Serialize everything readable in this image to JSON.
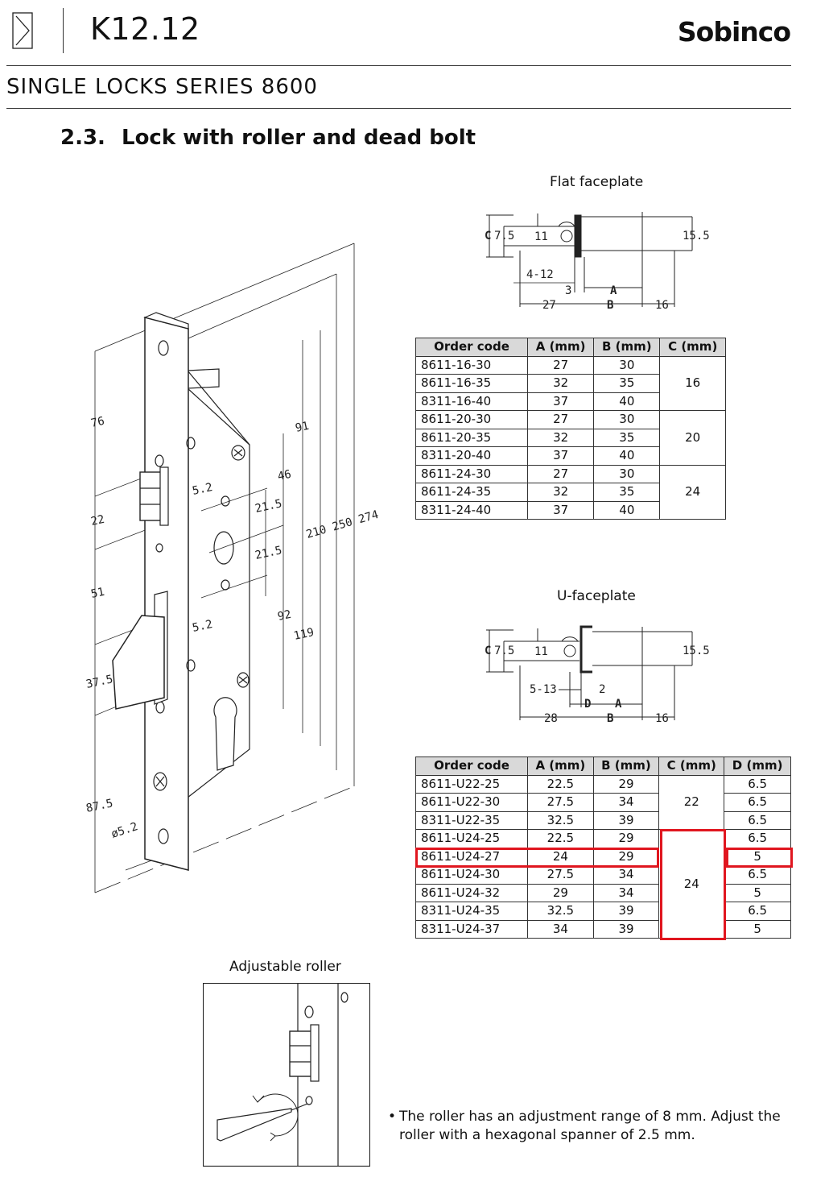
{
  "header": {
    "doc_code": "K12.12",
    "brand": "Sobinco",
    "series": "SINGLE LOCKS SERIES 8600"
  },
  "section": {
    "number": "2.3.",
    "title": "Lock with roller and dead bolt"
  },
  "main_drawing": {
    "dims": {
      "d76": "76",
      "d22": "22",
      "d51": "51",
      "d37_5": "37.5",
      "d87_5": "87.5",
      "phi": "ø5.2",
      "d5_2a": "5.2",
      "d5_2b": "5.2",
      "d21_5a": "21.5",
      "d21_5b": "21.5",
      "d46": "46",
      "d91": "91",
      "d92": "92",
      "d119": "119",
      "d210_250_274": "210 250 274"
    }
  },
  "flat_faceplate": {
    "caption": "Flat faceplate",
    "dims": {
      "c": "C",
      "d7_5": "7.5",
      "d11": "11",
      "d15_5": "15.5",
      "d4_12": "4-12",
      "d3": "3",
      "a": "A",
      "d27": "27",
      "b": "B",
      "d16": "16"
    },
    "table": {
      "headers": [
        "Order code",
        "A (mm)",
        "B (mm)",
        "C (mm)"
      ],
      "rows": [
        [
          "8611-16-30",
          "27",
          "30"
        ],
        [
          "8611-16-35",
          "32",
          "35"
        ],
        [
          "8311-16-40",
          "37",
          "40"
        ],
        [
          "8611-20-30",
          "27",
          "30"
        ],
        [
          "8611-20-35",
          "32",
          "35"
        ],
        [
          "8311-20-40",
          "37",
          "40"
        ],
        [
          "8611-24-30",
          "27",
          "30"
        ],
        [
          "8611-24-35",
          "32",
          "35"
        ],
        [
          "8311-24-40",
          "37",
          "40"
        ]
      ],
      "c_groups": [
        "16",
        "20",
        "24"
      ]
    }
  },
  "u_faceplate": {
    "caption": "U-faceplate",
    "dims": {
      "c": "C",
      "d7_5": "7.5",
      "d11": "11",
      "d15_5": "15.5",
      "d5_13": "5-13",
      "d2": "2",
      "d": "D",
      "a": "A",
      "d28": "28",
      "b": "B",
      "d16": "16"
    },
    "table": {
      "headers": [
        "Order code",
        "A (mm)",
        "B (mm)",
        "C (mm)",
        "D (mm)"
      ],
      "rows": [
        [
          "8611-U22-25",
          "22.5",
          "29",
          "6.5"
        ],
        [
          "8611-U22-30",
          "27.5",
          "34",
          "6.5"
        ],
        [
          "8311-U22-35",
          "32.5",
          "39",
          "6.5"
        ],
        [
          "8611-U24-25",
          "22.5",
          "29",
          "6.5"
        ],
        [
          "8611-U24-27",
          "24",
          "29",
          "5"
        ],
        [
          "8611-U24-30",
          "27.5",
          "34",
          "6.5"
        ],
        [
          "8611-U24-32",
          "29",
          "34",
          "5"
        ],
        [
          "8311-U24-35",
          "32.5",
          "39",
          "6.5"
        ],
        [
          "8311-U24-37",
          "34",
          "39",
          "5"
        ]
      ],
      "c_groups": [
        "22",
        "24"
      ]
    }
  },
  "adjustable_roller": {
    "caption": "Adjustable roller"
  },
  "note": {
    "bullet": "•",
    "text": "The roller has an adjustment range of 8 mm. Adjust the roller with a hexagonal spanner of 2.5 mm."
  },
  "colors": {
    "highlight": "#e0161f",
    "table_header_bg": "#d9d9d9",
    "brand_accent": "#111111"
  }
}
